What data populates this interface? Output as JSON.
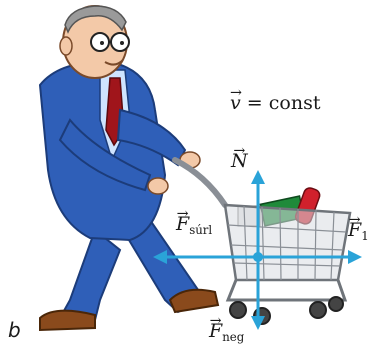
{
  "panel_label": "b",
  "velocity_label": {
    "symbol": "v",
    "equals": "=",
    "value": "const"
  },
  "forces": [
    {
      "id": "normal",
      "symbol": "N",
      "subscript": ""
    },
    {
      "id": "friction",
      "symbol": "F",
      "subscript": "súrl"
    },
    {
      "id": "applied",
      "symbol": "F",
      "subscript": "1"
    },
    {
      "id": "weight",
      "symbol": "F",
      "subscript": "neg"
    }
  ],
  "colors": {
    "arrow": "#2aa3d8",
    "suit": "#2f5fb8",
    "cart_metal": "#8a8f96",
    "skin": "#f3c9a8"
  }
}
